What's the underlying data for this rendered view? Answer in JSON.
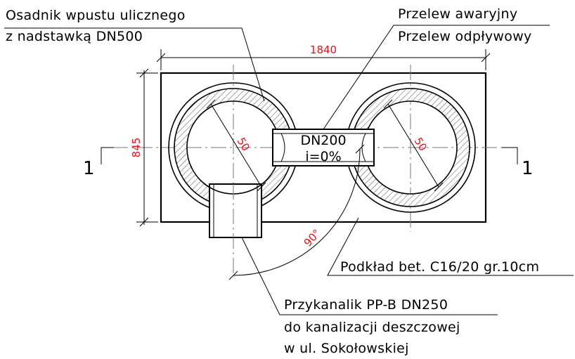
{
  "labels": {
    "settler": [
      "Osadnik wpustu ulicznego",
      "z nadstawką DN500"
    ],
    "overflow": [
      "Przelew awaryjny",
      "Przelew odpływowy"
    ],
    "base": "Podkład bet. C16/20 gr.10cm",
    "connector": [
      "Przykanalik PP-B DN250",
      "do kanalizacji deszczowej",
      "w ul. Sokołowskiej"
    ]
  },
  "pipe": {
    "diameter": "DN200",
    "slope": "i=0%"
  },
  "section": {
    "left": "1",
    "right": "1"
  },
  "dimensions": {
    "width": "1840",
    "height": "845",
    "wall_left": "50",
    "wall_right": "50",
    "angle": "90°"
  },
  "colors": {
    "dimension_text": "#e8101a",
    "lines": "#000000",
    "centerline": "#777777"
  }
}
